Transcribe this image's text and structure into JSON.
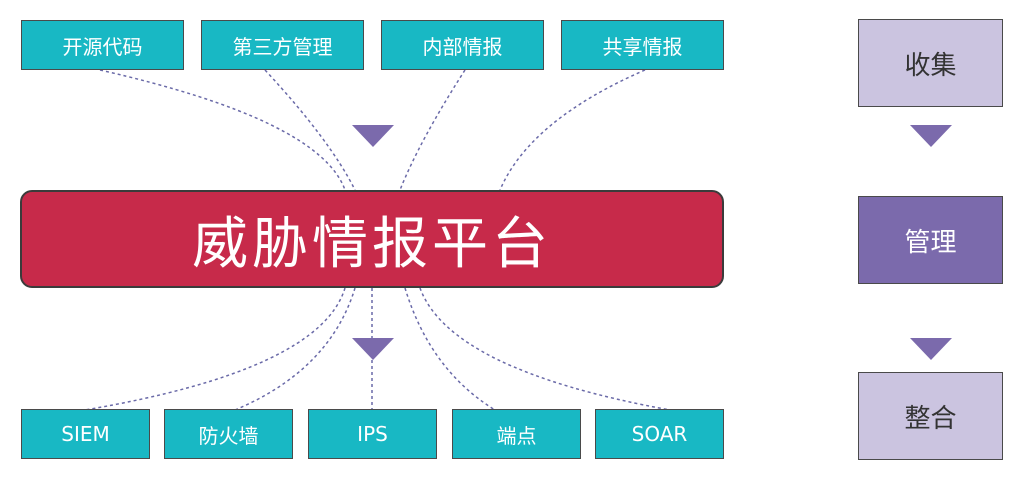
{
  "sources": [
    {
      "label": "开源代码"
    },
    {
      "label": "第三方管理"
    },
    {
      "label": "内部情报"
    },
    {
      "label": "共享情报"
    }
  ],
  "platform": {
    "label": "威胁情报平台"
  },
  "consumers": [
    {
      "label": "SIEM"
    },
    {
      "label": "防火墙"
    },
    {
      "label": "IPS"
    },
    {
      "label": "端点"
    },
    {
      "label": "SOAR"
    }
  ],
  "steps": [
    {
      "label": "收集"
    },
    {
      "label": "管理"
    },
    {
      "label": "整合"
    }
  ],
  "colors": {
    "source_fill": "#18b8c4",
    "platform_fill": "#c72a4a",
    "step_light": "#cbc4e0",
    "step_dark": "#7b6aac",
    "arrow": "#7b6aac",
    "connector": "#6a6aa8"
  }
}
